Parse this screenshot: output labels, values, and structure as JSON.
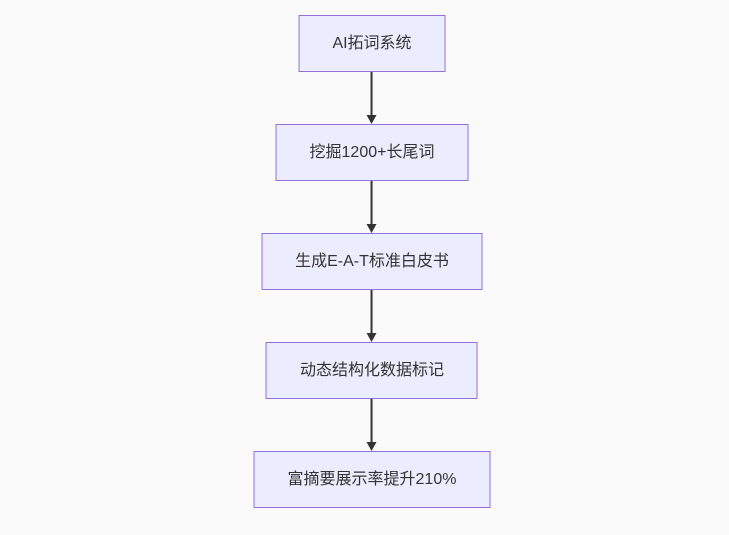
{
  "diagram": {
    "type": "flowchart-vertical",
    "colors": {
      "background": "#fafafa",
      "node_fill": "#ececff",
      "node_border": "#9370db",
      "arrow": "#333333",
      "text": "#333333"
    },
    "nodes": [
      {
        "label": "AI拓词系统"
      },
      {
        "label": "挖掘1200+长尾词"
      },
      {
        "label": "生成E-A-T标准白皮书"
      },
      {
        "label": "动态结构化数据标记"
      },
      {
        "label": "富摘要展示率提升210%"
      }
    ]
  }
}
